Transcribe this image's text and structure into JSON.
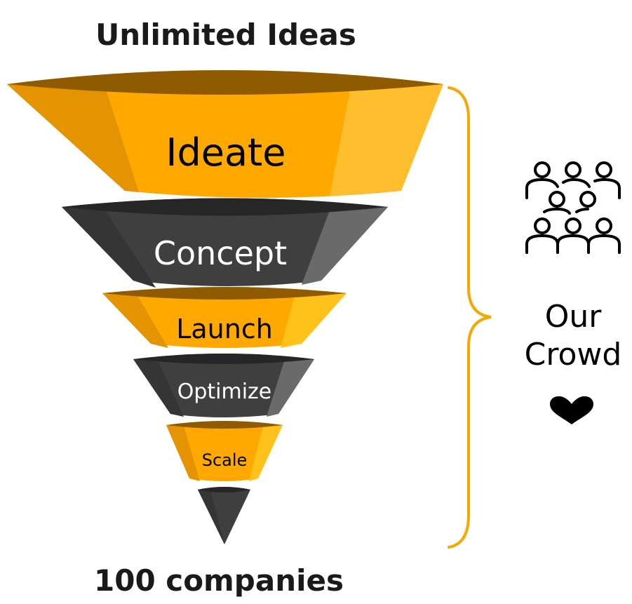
{
  "top_label": "Unlimited Ideas",
  "bottom_label": "100 companies",
  "stages": [
    {
      "label": "Ideate",
      "color": "#FFA800",
      "text_color": "#000000"
    },
    {
      "label": "Concept",
      "color": "#3F3F3F",
      "text_color": "#FFFFFF"
    },
    {
      "label": "Launch",
      "color": "#FFA800",
      "text_color": "#000000"
    },
    {
      "label": "Optimize",
      "color": "#3F3F3F",
      "text_color": "#FFFFFF"
    },
    {
      "label": "Scale",
      "color": "#FFA800",
      "text_color": "#000000"
    }
  ],
  "crowd": {
    "line1": "Our",
    "line2": "Crowd",
    "icon": "people-group-icon",
    "heart_icon": "heart-icon"
  },
  "brace_color": "#F5A800"
}
